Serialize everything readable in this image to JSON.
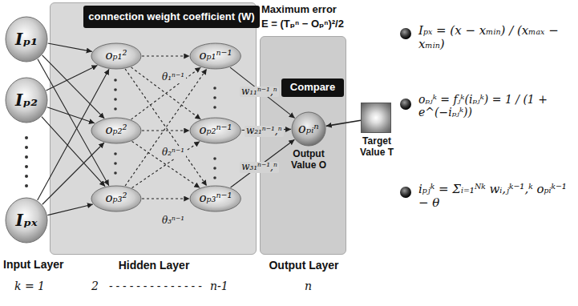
{
  "diagram": {
    "nodes": [
      {
        "text": [
          "Iₚ₁"
        ]
      },
      {
        "text": [
          "Iₚ₂"
        ]
      },
      {
        "text": [
          "Iₚₓ"
        ]
      },
      {
        "text": [
          "Hidden Layer"
        ]
      },
      {
        "text": [
          "connection weight coefficient (W)"
        ],
        "in": 3
      },
      {
        "text": [
          "oₚ₁²"
        ],
        "in": 3
      },
      {
        "text": [
          "oₚ₂²"
        ],
        "in": 3
      },
      {
        "text": [
          "oₚ₃²"
        ],
        "in": 3
      },
      {
        "text": [
          "oₚ₁ⁿ⁻¹"
        ],
        "in": 3
      },
      {
        "text": [
          "oₚ₂ⁿ⁻¹"
        ],
        "in": 3
      },
      {
        "text": [
          "oₚ₃ⁿ⁻¹"
        ],
        "in": 3
      },
      {
        "text": [
          "Output Layer"
        ]
      },
      {
        "text": [
          "Compare"
        ],
        "in": 11
      },
      {
        "text": [
          "oₚᵢⁿ",
          "Output Value O"
        ],
        "in": 11
      },
      {
        "text": [
          "Target Value T"
        ]
      }
    ],
    "edges": [
      {
        "from": 0,
        "to": 5,
        "arrow": "to"
      },
      {
        "from": 0,
        "to": 6,
        "arrow": "to"
      },
      {
        "from": 0,
        "to": 7,
        "arrow": "to"
      },
      {
        "from": 1,
        "to": 5,
        "arrow": "to"
      },
      {
        "from": 1,
        "to": 6,
        "arrow": "to"
      },
      {
        "from": 1,
        "to": 7,
        "arrow": "to"
      },
      {
        "from": 2,
        "to": 5,
        "arrow": "to"
      },
      {
        "from": 2,
        "to": 6,
        "arrow": "to"
      },
      {
        "from": 2,
        "to": 7,
        "arrow": "to"
      },
      {
        "from": 5,
        "to": 8,
        "arrow": "to"
      },
      {
        "from": 5,
        "to": 9,
        "arrow": "to"
      },
      {
        "from": 5,
        "to": 10,
        "arrow": "to"
      },
      {
        "from": 6,
        "to": 8,
        "arrow": "to"
      },
      {
        "from": 6,
        "to": 9,
        "arrow": "to"
      },
      {
        "from": 6,
        "to": 10,
        "arrow": "to"
      },
      {
        "from": 7,
        "to": 8,
        "arrow": "to"
      },
      {
        "from": 7,
        "to": 9,
        "arrow": "to"
      },
      {
        "from": 7,
        "to": 10,
        "arrow": "to"
      },
      {
        "from": 8,
        "to": 13,
        "label": "w₁₁ⁿ⁻¹,ⁿ",
        "arrow": "to"
      },
      {
        "from": 9,
        "to": 13,
        "label": "w₂₁ⁿ⁻¹,ⁿ",
        "arrow": "to"
      },
      {
        "from": 10,
        "to": 13,
        "label": "w₃₁ⁿ⁻¹,ⁿ",
        "arrow": "to"
      },
      {
        "from": 14,
        "to": 13,
        "arrow": "to"
      }
    ],
    "labels": [
      "Maximum error",
      "E = (Tₚⁿ − Oₚⁿ)²/2",
      "Input Layer",
      "k = 1",
      "2",
      "- - - - - - - - - - - - - -",
      "n-1",
      "n",
      "Iₚₓ = (x − xₘᵢₙ) / (xₘₐₓ − xₘᵢₙ)",
      "oₚⱼᵏ = fⱼᵏ(iₚⱼᵏ) = 1 / (1 + e^(−iₚⱼᵏ))",
      "iₚⱼᵏ = Σᵢ₌₁ᴺᵏ wᵢ,ⱼᵏ⁻¹,ᵏ oₚᵢᵏ⁻¹ − θ",
      "θ₁ⁿ⁻¹",
      "θ₂ⁿ⁻¹",
      "θ₃ⁿ⁻¹"
    ]
  }
}
